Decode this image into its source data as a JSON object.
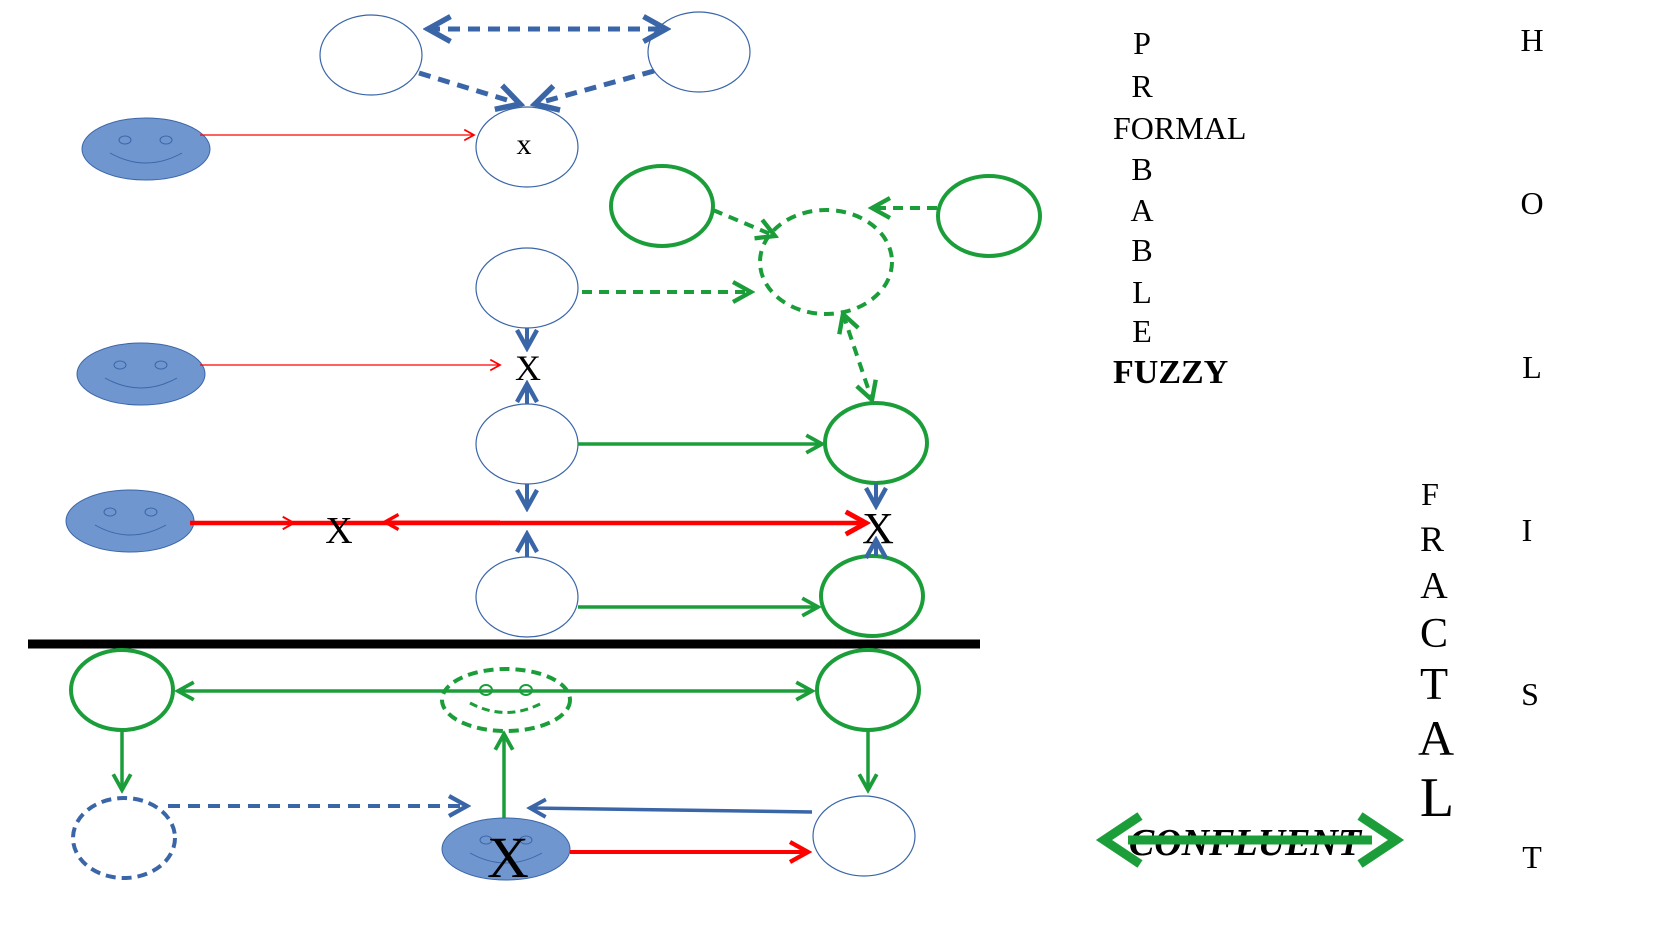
{
  "colors": {
    "blue": "#3a66a8",
    "blue_fill": "#7096cf",
    "green": "#1b9e3a",
    "red": "#ff0000",
    "black": "#000000"
  },
  "markers": {
    "top_small_x": "x",
    "big_x_left_mid": "X",
    "big_x_row3_left": "X",
    "big_x_row3_right": "X",
    "big_x_bottom": "X"
  },
  "probable_column": {
    "letters": [
      "P",
      "R"
    ],
    "formal": "FORMAL",
    "letters2": [
      "B",
      "A",
      "B",
      "L",
      "E"
    ],
    "fuzzy": "FUZZY"
  },
  "fractal_column": [
    "F",
    "R",
    "A",
    "C",
    "T",
    "A",
    "L"
  ],
  "holist_column": [
    "H",
    "O",
    "L",
    "I",
    "S",
    "T"
  ],
  "confluent_label": "CONFLUENT",
  "icons": {
    "face": "smiley-face-icon"
  }
}
